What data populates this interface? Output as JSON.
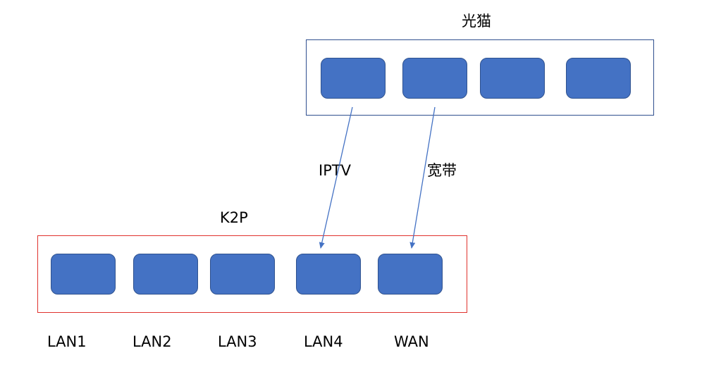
{
  "modem": {
    "title": "光猫",
    "port_count": 4
  },
  "router": {
    "title": "K2P",
    "ports": [
      "LAN1",
      "LAN2",
      "LAN3",
      "LAN4",
      "WAN"
    ]
  },
  "connections": [
    {
      "label": "IPTV",
      "from": "modem-port-1",
      "to": "LAN4"
    },
    {
      "label": "宽带",
      "from": "modem-port-2",
      "to": "WAN"
    }
  ],
  "colors": {
    "port_fill": "#4472c4",
    "port_border": "#2f528f",
    "modem_border": "#2f4f8f",
    "router_border": "#e0322d",
    "arrow": "#4472c4"
  }
}
